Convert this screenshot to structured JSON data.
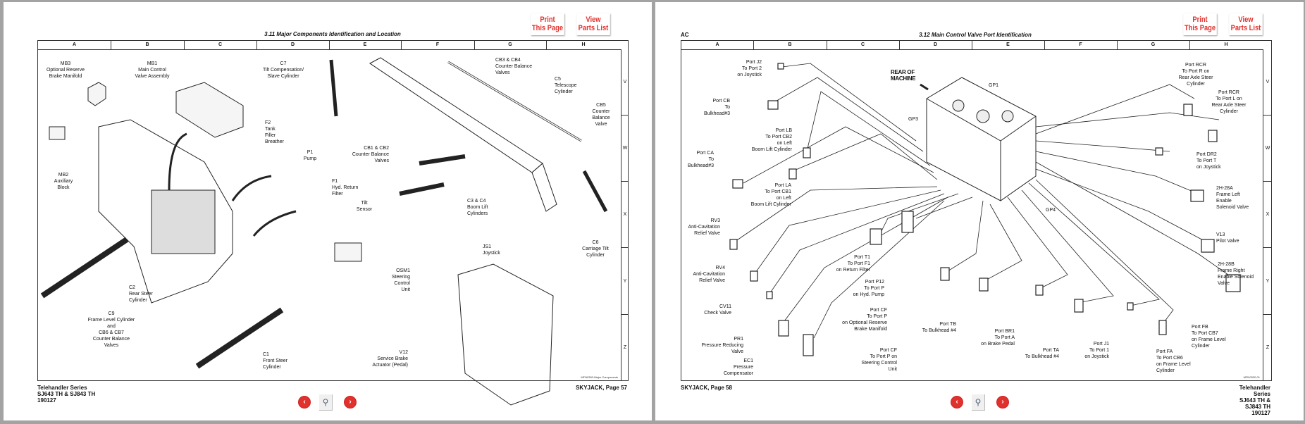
{
  "left_page": {
    "section_title": "3.11  Major Components Identification and Location",
    "print_button": "Print\nThis Page",
    "parts_button": "View\nParts List",
    "columns": [
      "A",
      "B",
      "C",
      "D",
      "E",
      "F",
      "G",
      "H"
    ],
    "rows": [
      "V",
      "W",
      "X",
      "Y",
      "Z"
    ],
    "figure_id": "MFN0330-Major Components",
    "labels": [
      {
        "text": "MB3\nOptional Reserve\nBrake Manifold"
      },
      {
        "text": "MB1\nMain Control\nValve Assembly"
      },
      {
        "text": "C7\nTilt Compensation/\nSlave Cylinder"
      },
      {
        "text": "CB3 & CB4\nCounter Balance\nValves"
      },
      {
        "text": "C5\nTelescope\nCylinder"
      },
      {
        "text": "CB5\nCounter\nBalance\nValve"
      },
      {
        "text": "F2\nTank\nFiller\nBreather"
      },
      {
        "text": "P1\nPump"
      },
      {
        "text": "F1\nHyd. Return\nFilter"
      },
      {
        "text": "CB1 & CB2\nCounter Balance\nValves"
      },
      {
        "text": "C3 & C4\nBoom Lift\nCylinders"
      },
      {
        "text": "MB2\nAuxiliary\nBlock"
      },
      {
        "text": "Tilt\nSensor"
      },
      {
        "text": "C6\nCarriage Tilt\nCylinder"
      },
      {
        "text": "JS1\nJoystick"
      },
      {
        "text": "OSM1\nSteering\nControl\nUnit"
      },
      {
        "text": "C2\nRear Steer\nCylinder"
      },
      {
        "text": "C9\nFrame Level Cylinder\nand\nCB6 & CB7\nCounter Balance\nValves"
      },
      {
        "text": "C1\nFront Steer\nCylinder"
      },
      {
        "text": "V12\nService Brake\nActuator (Pedal)"
      }
    ],
    "footer_left": "Telehandler Series\nSJ643 TH & SJ843 TH\n190127",
    "footer_right": "SKYJACK, Page 57"
  },
  "right_page": {
    "header_left": "AC",
    "section_title": "3.12  Main Control Valve Port Identification",
    "print_button": "Print\nThis Page",
    "parts_button": "View\nParts List",
    "columns": [
      "A",
      "B",
      "C",
      "D",
      "E",
      "F",
      "G",
      "H"
    ],
    "rows": [
      "V",
      "W",
      "X",
      "Y",
      "Z"
    ],
    "figure_id": "MFN0332-01",
    "rear_of_machine": "REAR OF\nMACHINE",
    "labels": [
      {
        "text": "Port J2\nTo Port 2\non Joystick"
      },
      {
        "text": "GP1"
      },
      {
        "text": "Port CB\nTo\nBulkhead#3"
      },
      {
        "text": "GP3"
      },
      {
        "text": "Port RCR\nTo Port R on\nRear Axle Steer\nCylinder"
      },
      {
        "text": "Port RCR\nTo Port L on\nRear Axle Steer\nCylinder"
      },
      {
        "text": "Port LB\nTo Port CB2\non Left\nBoom Lift Cylinder"
      },
      {
        "text": "Port CA\nTo\nBulkhead#3"
      },
      {
        "text": "Port DR2\nTo Port T\non Joystick"
      },
      {
        "text": "Port LA\nTo Port CB1\non Left\nBoom Lift Cylinder"
      },
      {
        "text": "2H-28A\nFrame Left\nEnable\nSolenoid Valve"
      },
      {
        "text": "GP4"
      },
      {
        "text": "RV3\nAnti-Cavitation\nRelief Valve"
      },
      {
        "text": "V13\nPilot Valve"
      },
      {
        "text": "Port T1\nTo Port F1\non Return Filter"
      },
      {
        "text": "RV4\nAnti-Cavitation\nRelief Valve"
      },
      {
        "text": "2H-28B\nFrame Right\nEnable Solenoid\nValve"
      },
      {
        "text": "Port P12\nTo Port P\non Hyd. Pump"
      },
      {
        "text": "CV11\nCheck Valve"
      },
      {
        "text": "Port CF\nTo Port P\non Optional Reserve\nBrake Manifold"
      },
      {
        "text": "Port TB\nTo Bulkhead #4"
      },
      {
        "text": "Port BR1\nTo Port A\non Brake Pedal"
      },
      {
        "text": "Port FB\nTo Port CB7\non Frame Level\nCylinder"
      },
      {
        "text": "PR1\nPressure Reducing\nValve"
      },
      {
        "text": "Port TA\nTo Bulkhead #4"
      },
      {
        "text": "Port J1\nTo Port 1\non Joystick"
      },
      {
        "text": "Port FA\nTo Port CB6\non Frame Level\nCylinder"
      },
      {
        "text": "Port CF\nTo Port P on\nSteering Control\nUnit"
      },
      {
        "text": "EC1\nPressure\nCompensator"
      }
    ],
    "footer_left": "SKYJACK, Page 58",
    "footer_right": "Telehandler Series\nSJ643 TH & SJ843 TH\n190127"
  },
  "nav": {
    "prev_icon": "chevron-left-icon",
    "zoom_icon": "magnifier-icon",
    "next_icon": "chevron-right-icon",
    "accent_color": "#e0312d"
  }
}
